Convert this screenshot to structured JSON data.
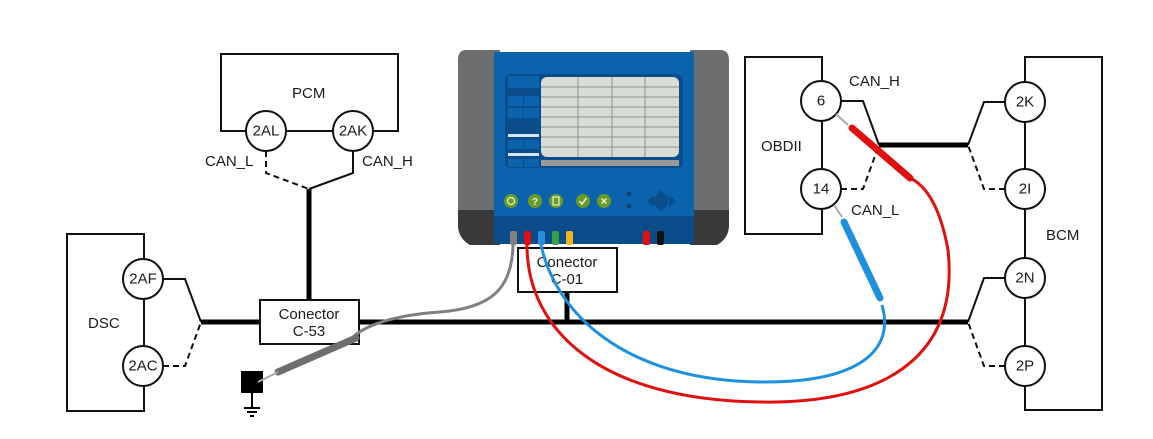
{
  "modules": {
    "pcm": {
      "name": "PCM",
      "pins": [
        "2AL",
        "2AK"
      ]
    },
    "dsc": {
      "name": "DSC",
      "pins": [
        "2AF",
        "2AC"
      ]
    },
    "obd": {
      "name": "OBDII",
      "pins": [
        "6",
        "14"
      ]
    },
    "bcm": {
      "name": "BCM",
      "pins": [
        "2K",
        "2I",
        "2N",
        "2P"
      ]
    }
  },
  "signals": {
    "can_h": "CAN_H",
    "can_l": "CAN_L"
  },
  "connectors": {
    "c53": {
      "line1": "Conector",
      "line2": "C-53"
    },
    "c01": {
      "line1": "Conector",
      "line2": "C-01"
    }
  },
  "tester": {
    "name": "scan-tool",
    "buttons": [
      "power",
      "help",
      "document",
      "confirm",
      "cancel"
    ],
    "ports_left": [
      "gray",
      "red",
      "blue",
      "green",
      "yellow"
    ],
    "ports_right": [
      "red",
      "black"
    ]
  },
  "colors": {
    "device_blue": "#0b62ad",
    "device_dark_blue": "#0a4d8a",
    "screen": "#d8dcd6",
    "button_green": "#6a9a28",
    "probe_red": "#e01010",
    "probe_blue": "#1e90e0",
    "probe_gray": "#808080",
    "port_green": "#3aa046",
    "port_yellow": "#f0b81e"
  }
}
